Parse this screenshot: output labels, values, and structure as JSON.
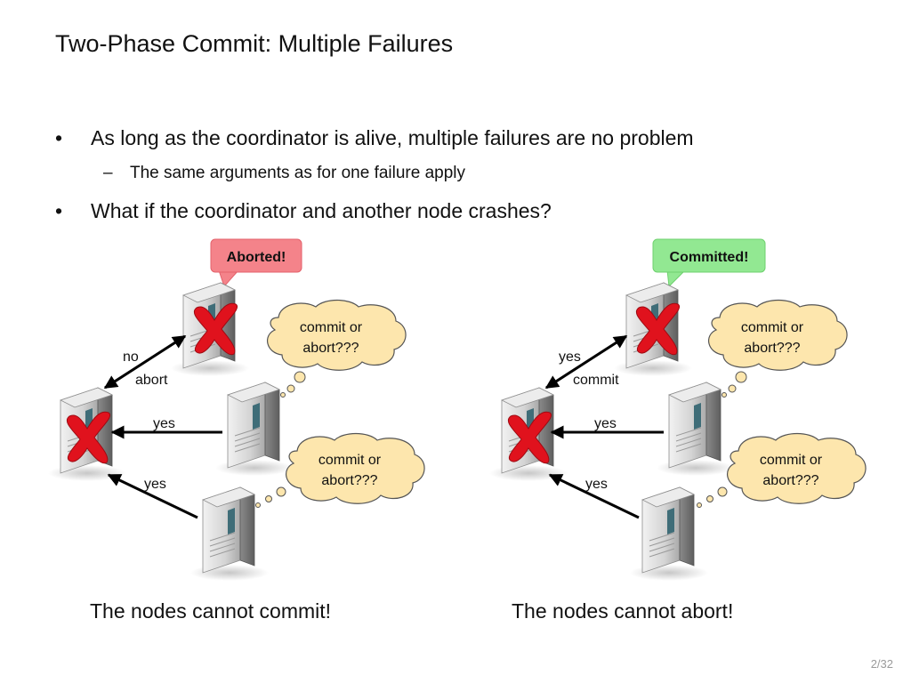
{
  "slide": {
    "title": "Two-Phase Commit: Multiple Failures",
    "page_number": "2/32"
  },
  "bullets": [
    {
      "text": "As long as the coordinator is alive, multiple failures are no problem",
      "subs": [
        "The same arguments as for one failure apply"
      ]
    },
    {
      "text": "What if the coordinator and another node crashes?"
    }
  ],
  "bullet_symbol": "•",
  "sub_symbol": "–",
  "left_scenario": {
    "callout": "Aborted!",
    "callout_color": "#f4838a",
    "label_to_coordinator": "no",
    "label_from_coordinator": "abort",
    "label_node2": "yes",
    "label_node3": "yes",
    "thought_top_line1": "commit or",
    "thought_top_line2": "abort???",
    "thought_bottom_line1": "commit or",
    "thought_bottom_line2": "abort???",
    "caption": "The nodes cannot commit!"
  },
  "right_scenario": {
    "callout": "Committed!",
    "callout_color": "#92e892",
    "label_to_coordinator": "yes",
    "label_from_coordinator": "commit",
    "label_node2": "yes",
    "label_node3": "yes",
    "thought_top_line1": "commit or",
    "thought_top_line2": "abort???",
    "thought_bottom_line1": "commit or",
    "thought_bottom_line2": "abort???",
    "caption": "The nodes cannot abort!"
  },
  "colors": {
    "cross": "#e0121d",
    "thought_fill": "#fde6ad",
    "thought_stroke": "#555555",
    "server_body": "#d9d9d9"
  },
  "icons": [
    "server-icon",
    "crash-cross-icon",
    "thought-bubble-icon",
    "speech-callout-icon"
  ]
}
